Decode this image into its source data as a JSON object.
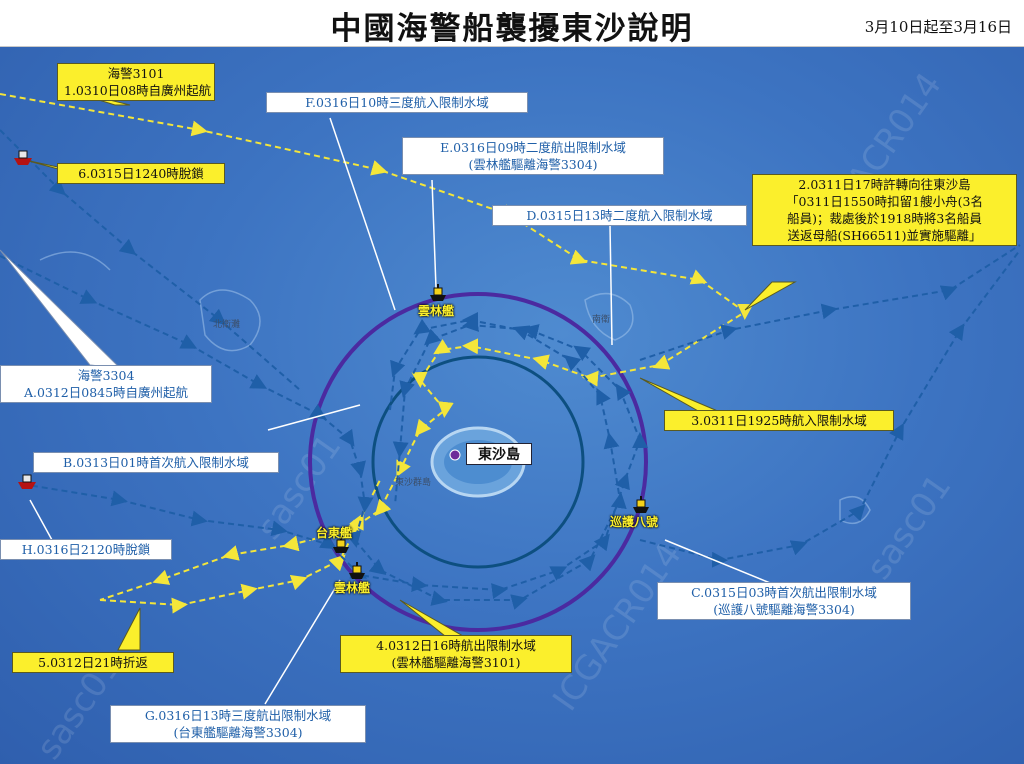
{
  "header": {
    "title": "中國海警船襲擾東沙說明",
    "date_range": "3月10日起至3月16日"
  },
  "map": {
    "island_name": "東沙島",
    "place_names": [
      "北衛灘",
      "南衛灘",
      "東沙群島",
      "南衛"
    ],
    "watermark": [
      "sasc01",
      "ICGACR014"
    ],
    "colors": {
      "sea": "#3d74c2",
      "restricted_outer": "#4b2aa0",
      "restricted_inner": "#0d4f80",
      "route_yellow": "#f4e63a",
      "route_blue": "#1f5fa8",
      "label_yellow": "#fbef2c"
    },
    "ships": [
      {
        "name": "雲林艦",
        "icon": "coast-guard-ship-icon"
      },
      {
        "name": "台東艦",
        "icon": "coast-guard-ship-icon"
      },
      {
        "name": "雲林艦",
        "icon": "coast-guard-ship-icon"
      },
      {
        "name": "巡護八號",
        "icon": "coast-guard-ship-icon"
      }
    ]
  },
  "labels": {
    "hj3101": {
      "line1": "海警3101",
      "line2": "1.0310日08時自廣州起航"
    },
    "f": "F.0316日10時三度航入限制水域",
    "e": {
      "line1": "E.0316日09時二度航出限制水域",
      "line2": "(雲林艦驅離海警3304)"
    },
    "label6": "6.0315日1240時脫鎖",
    "label2": {
      "line1": "2.0311日17時許轉向往東沙島",
      "line2": "「0311日1550時扣留1艘小舟(3名",
      "line3": "船員)；裁處後於1918時將3名船員",
      "line4": "送返母船(SH66511)並實施驅離」"
    },
    "d": "D.0315日13時二度航入限制水域",
    "hj3304": {
      "line1": "海警3304",
      "line2": "A.0312日0845時自廣州起航"
    },
    "label3": "3.0311日1925時航入限制水域",
    "b": "B.0313日01時首次航入限制水域",
    "h": "H.0316日2120時脫鎖",
    "c": {
      "line1": "C.0315日03時首次航出限制水域",
      "line2": "(巡護八號驅離海警3304)"
    },
    "label5": "5.0312日21時折返",
    "label4": {
      "line1": "4.0312日16時航出限制水域",
      "line2": "(雲林艦驅離海警3101)"
    },
    "g": {
      "line1": "G.0316日13時三度航出限制水域",
      "line2": "(台東艦驅離海警3304)"
    }
  }
}
